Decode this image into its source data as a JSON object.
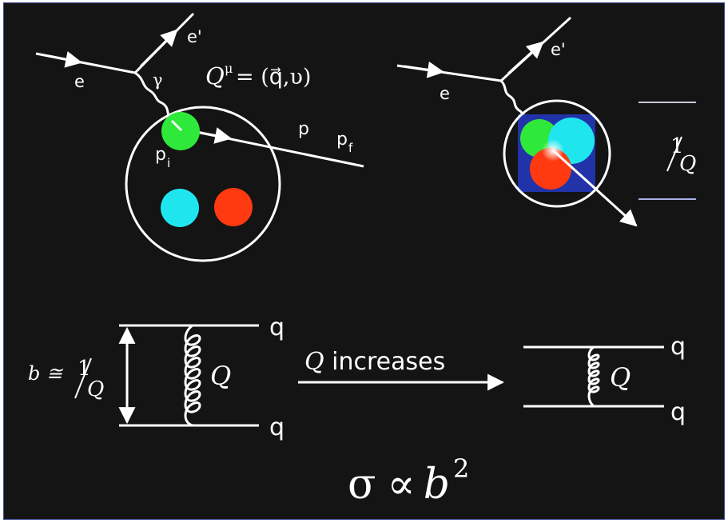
{
  "colors": {
    "background": "#141414",
    "frame_border": "#3a4a9a",
    "line": "#ffffff",
    "quark_green": "#2ee83a",
    "quark_cyan": "#1fe6ee",
    "quark_red": "#ff3a10",
    "box_blue": "#2233aa",
    "scale_bar": "#aab0e8"
  },
  "left_diagram": {
    "electron_in": "e",
    "electron_out": "e'",
    "photon": "γ",
    "four_momentum": "Q",
    "four_momentum_sup": "μ",
    "four_momentum_rhs": "= (q⃗,υ)",
    "initial_parton": "p",
    "initial_parton_sub": "i",
    "final_parton_mid": "p",
    "final_parton": "p",
    "final_parton_sub": "f"
  },
  "right_diagram": {
    "electron_in": "e",
    "electron_out": "e'",
    "resolution_numerator": "1",
    "resolution_denominator": "Q"
  },
  "left_exchange": {
    "impact_parameter": "b ≅ ",
    "impact_numerator": "1",
    "impact_denominator": "Q",
    "gluon_label": "Q",
    "quark_top": "q",
    "quark_bottom": "q"
  },
  "arrow": {
    "label_symbol": "Q",
    "label_text": " increases"
  },
  "right_exchange": {
    "gluon_label": "Q",
    "quark_top": "q",
    "quark_bottom": "q"
  },
  "formula": {
    "sigma": "σ",
    "proportional": "∝",
    "variable": "b",
    "exponent": "2"
  }
}
